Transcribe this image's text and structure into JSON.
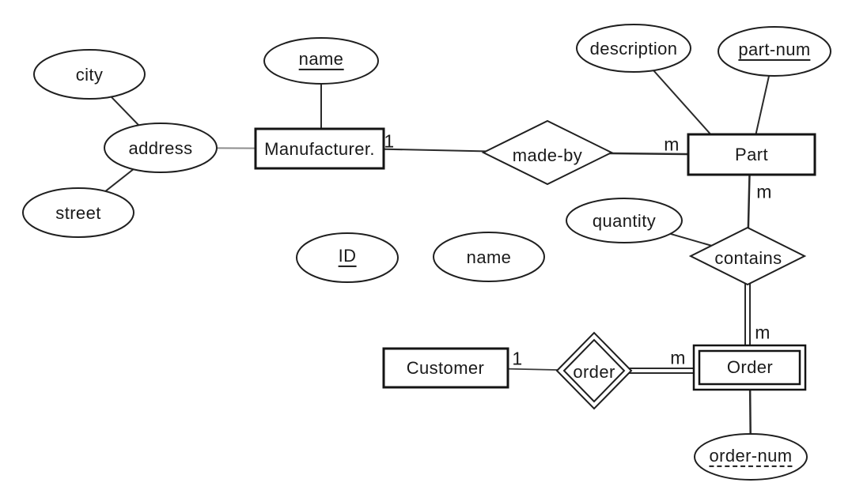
{
  "entities": {
    "manufacturer": {
      "label": "Manufacturer."
    },
    "part": {
      "label": "Part"
    },
    "customer": {
      "label": "Customer"
    },
    "order": {
      "label": "Order",
      "weak": true
    }
  },
  "relationships": {
    "made_by": {
      "label": "made-by"
    },
    "contains": {
      "label": "contains"
    },
    "order_rel": {
      "label": "order",
      "identifying": true
    }
  },
  "attributes": {
    "city": {
      "label": "city"
    },
    "address": {
      "label": "address"
    },
    "street": {
      "label": "street"
    },
    "manufacturer_name": {
      "label": "name",
      "key": true
    },
    "description": {
      "label": "description"
    },
    "part_num": {
      "label": "part-num",
      "key": true
    },
    "quantity": {
      "label": "quantity"
    },
    "customer_id": {
      "label": "ID",
      "key": true
    },
    "customer_name": {
      "label": "name"
    },
    "order_num": {
      "label": "order-num",
      "partial_key": true
    }
  },
  "cardinalities": {
    "manufacturer_to_made_by": "1",
    "made_by_to_part": "m",
    "part_to_contains": "m",
    "contains_to_order": "m",
    "order_rel_to_order": "m",
    "customer_to_order_rel": "1"
  },
  "colors": {
    "stroke": "#1a1a1a",
    "background": "#ffffff"
  }
}
